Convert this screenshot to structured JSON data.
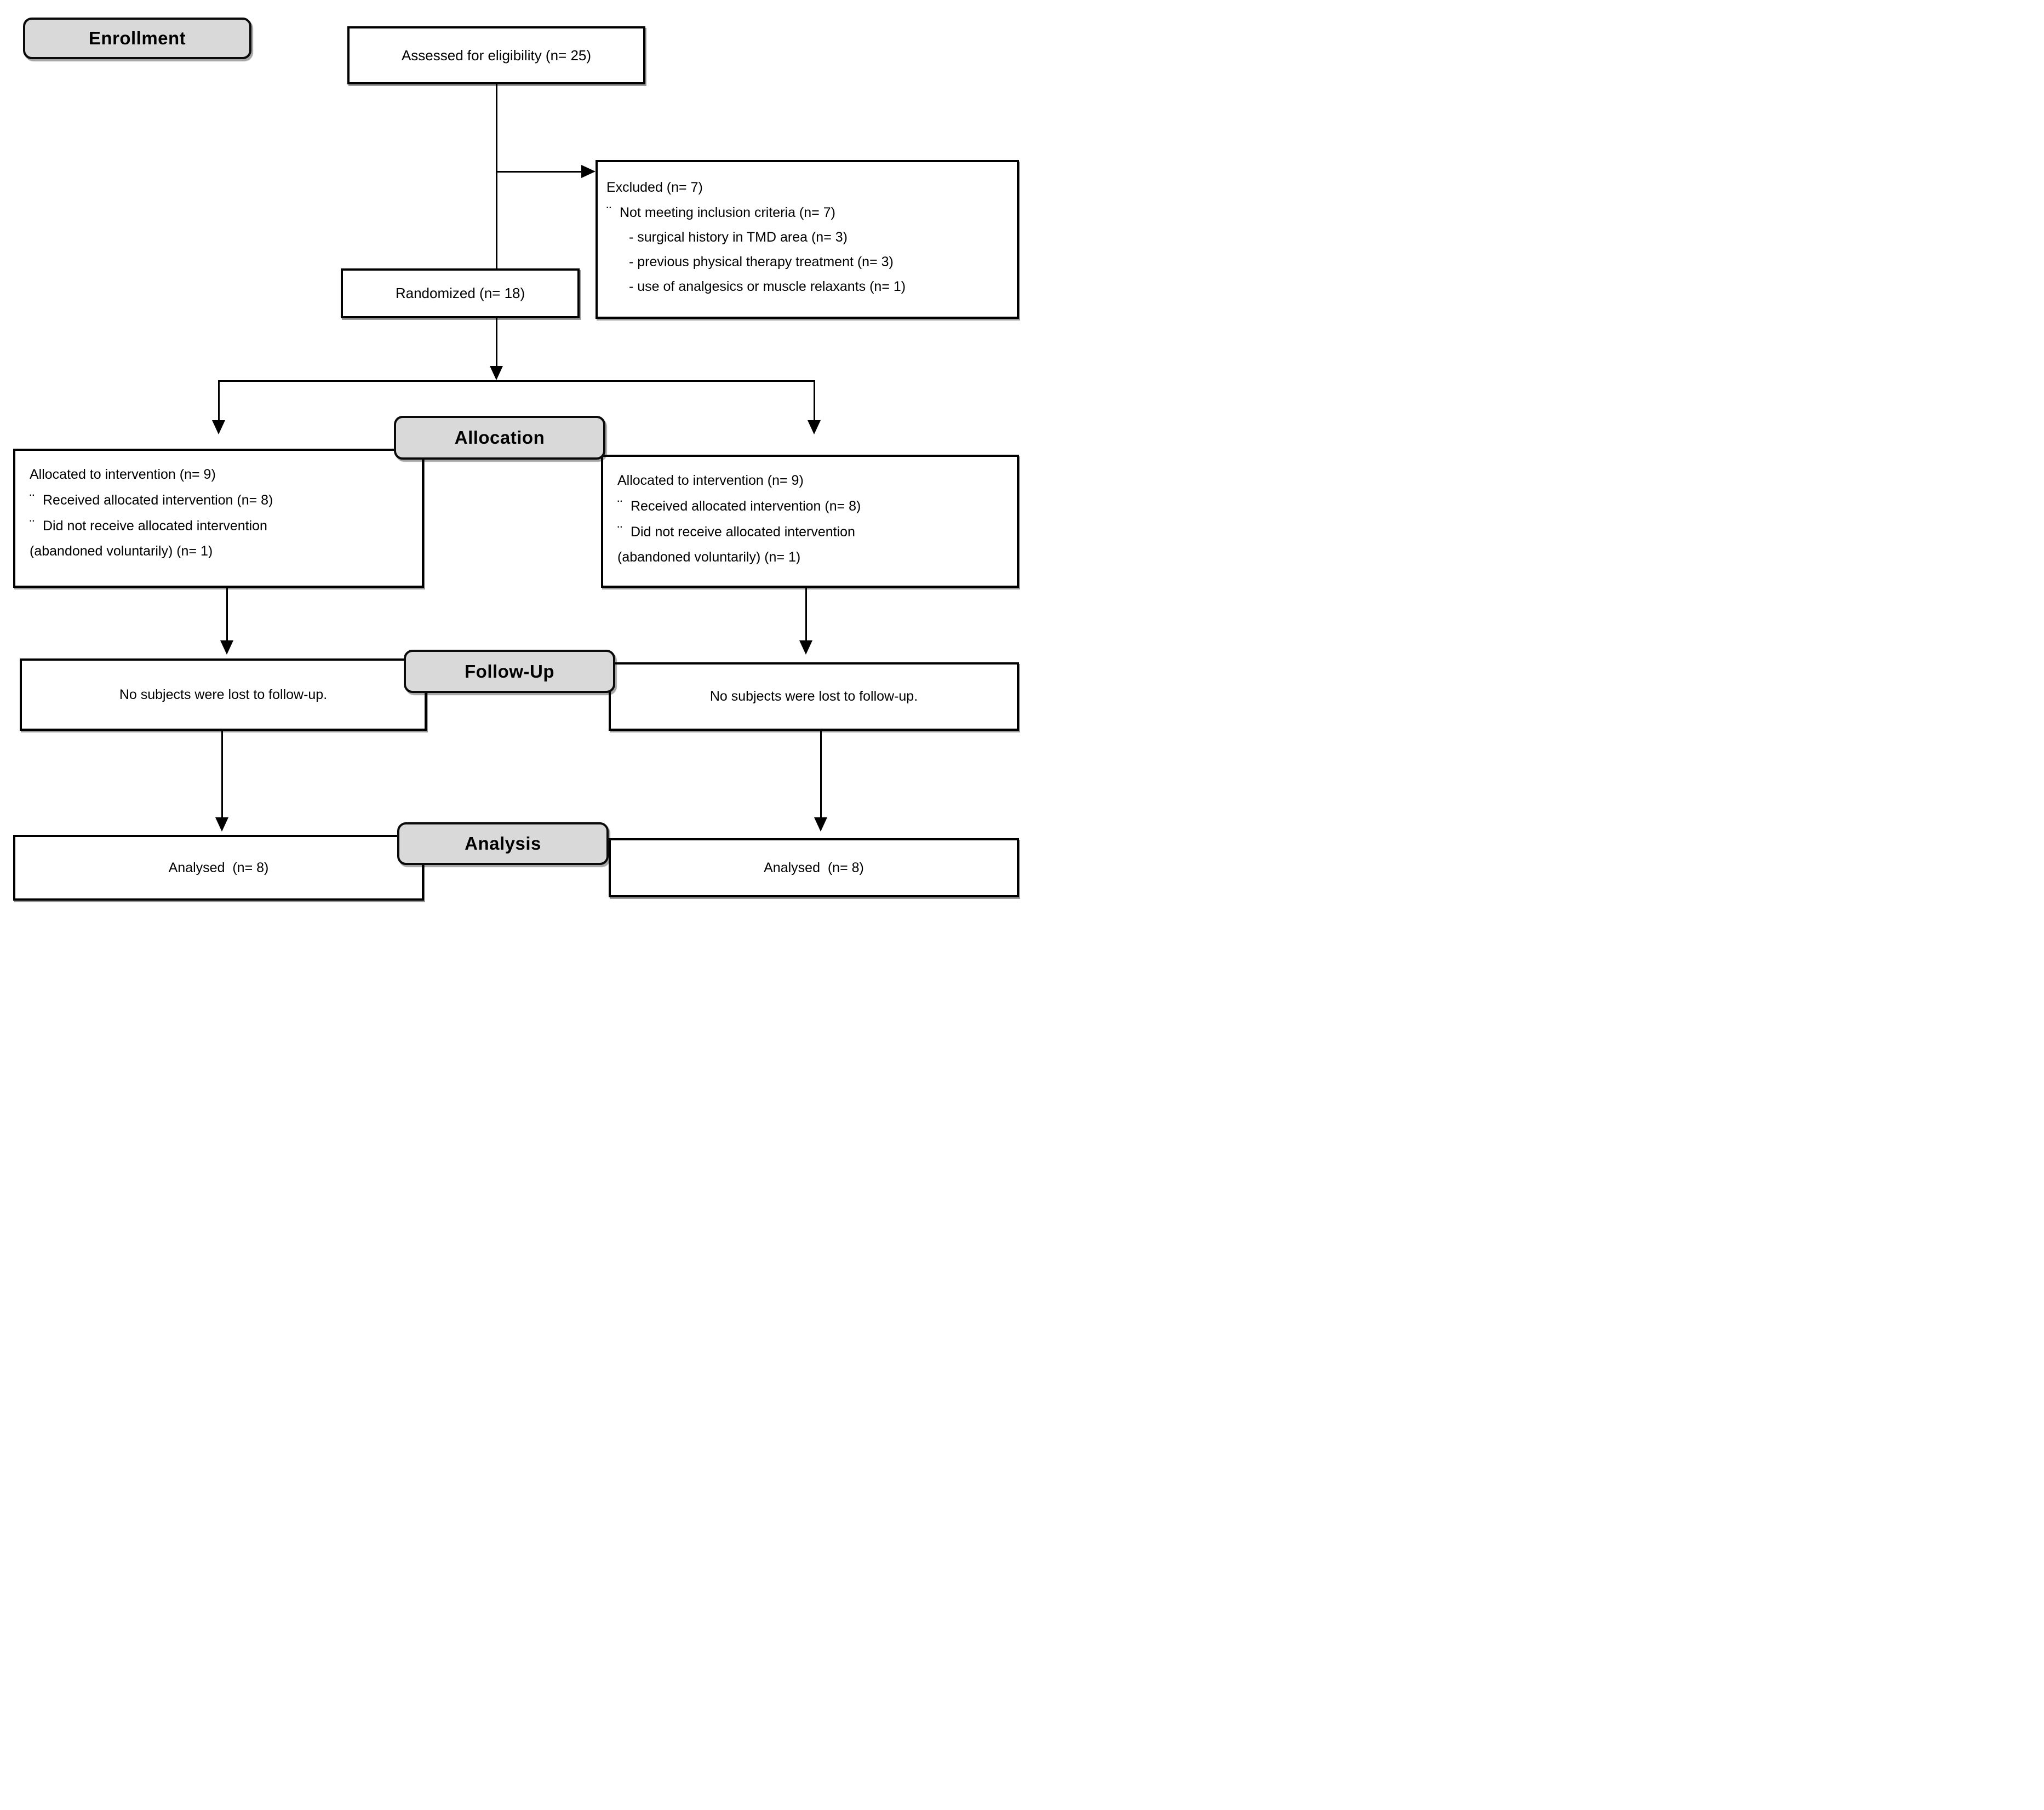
{
  "stage_labels": {
    "enrollment": "Enrollment",
    "allocation": "Allocation",
    "followup": "Follow-Up",
    "analysis": "Analysis"
  },
  "enrollment": {
    "assessed": "Assessed for eligibility (n= 25)",
    "randomized": "Randomized (n= 18)",
    "excluded": {
      "title": "Excluded (n= 7)",
      "bullet": "¨",
      "reason": "Not meeting inclusion criteria (n= 7)",
      "sub_reasons": [
        "- surgical history in TMD area (n= 3)",
        "- previous physical therapy treatment (n= 3)",
        "- use of analgesics or muscle relaxants (n= 1)"
      ]
    }
  },
  "allocation": {
    "left": {
      "title": "Allocated to intervention (n= 9)",
      "bullet": "¨",
      "items": [
        "Received allocated intervention (n= 8)",
        "Did not receive allocated intervention"
      ],
      "continuation": "(abandoned voluntarily) (n= 1)"
    },
    "right": {
      "title": "Allocated to intervention (n= 9)",
      "bullet": "¨",
      "items": [
        "Received allocated intervention (n= 8)",
        "Did not receive allocated intervention"
      ],
      "continuation": "(abandoned voluntarily) (n= 1)"
    }
  },
  "followup": {
    "left": "No subjects were lost to follow-up.",
    "right": "No subjects were lost to follow-up."
  },
  "analysis": {
    "left": "Analysed  (n= 8)",
    "right": "Analysed  (n= 8)"
  },
  "colors": {
    "stage_label_fill": "#d9d9d9",
    "box_fill": "#ffffff",
    "line": "#000000"
  }
}
